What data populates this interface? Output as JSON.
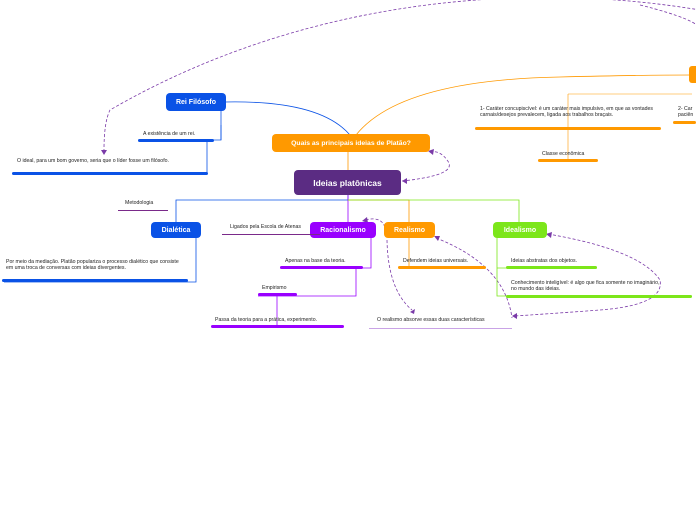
{
  "central": {
    "label": "Ideias platônicas",
    "color": "#5b2c83"
  },
  "question": {
    "label": "Quais as principais ideias de Platão?",
    "color": "#ff9900"
  },
  "rei": {
    "label": "Rei Filósofo",
    "color": "#0a52e6"
  },
  "branches": {
    "dialetica": {
      "label": "Dialética",
      "color": "#0a52e6"
    },
    "racionalismo": {
      "label": "Racionalismo",
      "color": "#9900ff"
    },
    "realismo": {
      "label": "Realismo",
      "color": "#ff9900"
    },
    "idealismo": {
      "label": "Idealismo",
      "color": "#7ce61a"
    }
  },
  "leaves": {
    "existencia": "A existência de um rei.",
    "ideal": "O ideal, para um bom governo, seria que o líder fosse um filósofo.",
    "carater": "1- Caráter concupiscível: é um caráter mais impulsivo, em que as vontades carnais/desejos prevalecem, ligada aos trabalhos braçais.",
    "carater2": "2- Car paciên",
    "classe": "Classe econômica",
    "metodologia": "Metodologia",
    "mediacao": "Por meio da mediação. Platão populariza o processo dialético que consiste em uma troca de conversas com ideias divergentes.",
    "escola": "Ligados pela Escola de Atenas",
    "teoria": "Apenas na base da teoria.",
    "empirismo": "Empirismo",
    "pratica": "Passa da teoria para a prática, experimento.",
    "universais": "Defendem ideias universais.",
    "realismo_absorve": "O realismo absorve essas duas características",
    "abstratas": "Ideias abstratas dos objetos.",
    "inteligivel": "Conhecimento inteligível: é algo que fica somente no imaginário, no mundo das ideias."
  }
}
